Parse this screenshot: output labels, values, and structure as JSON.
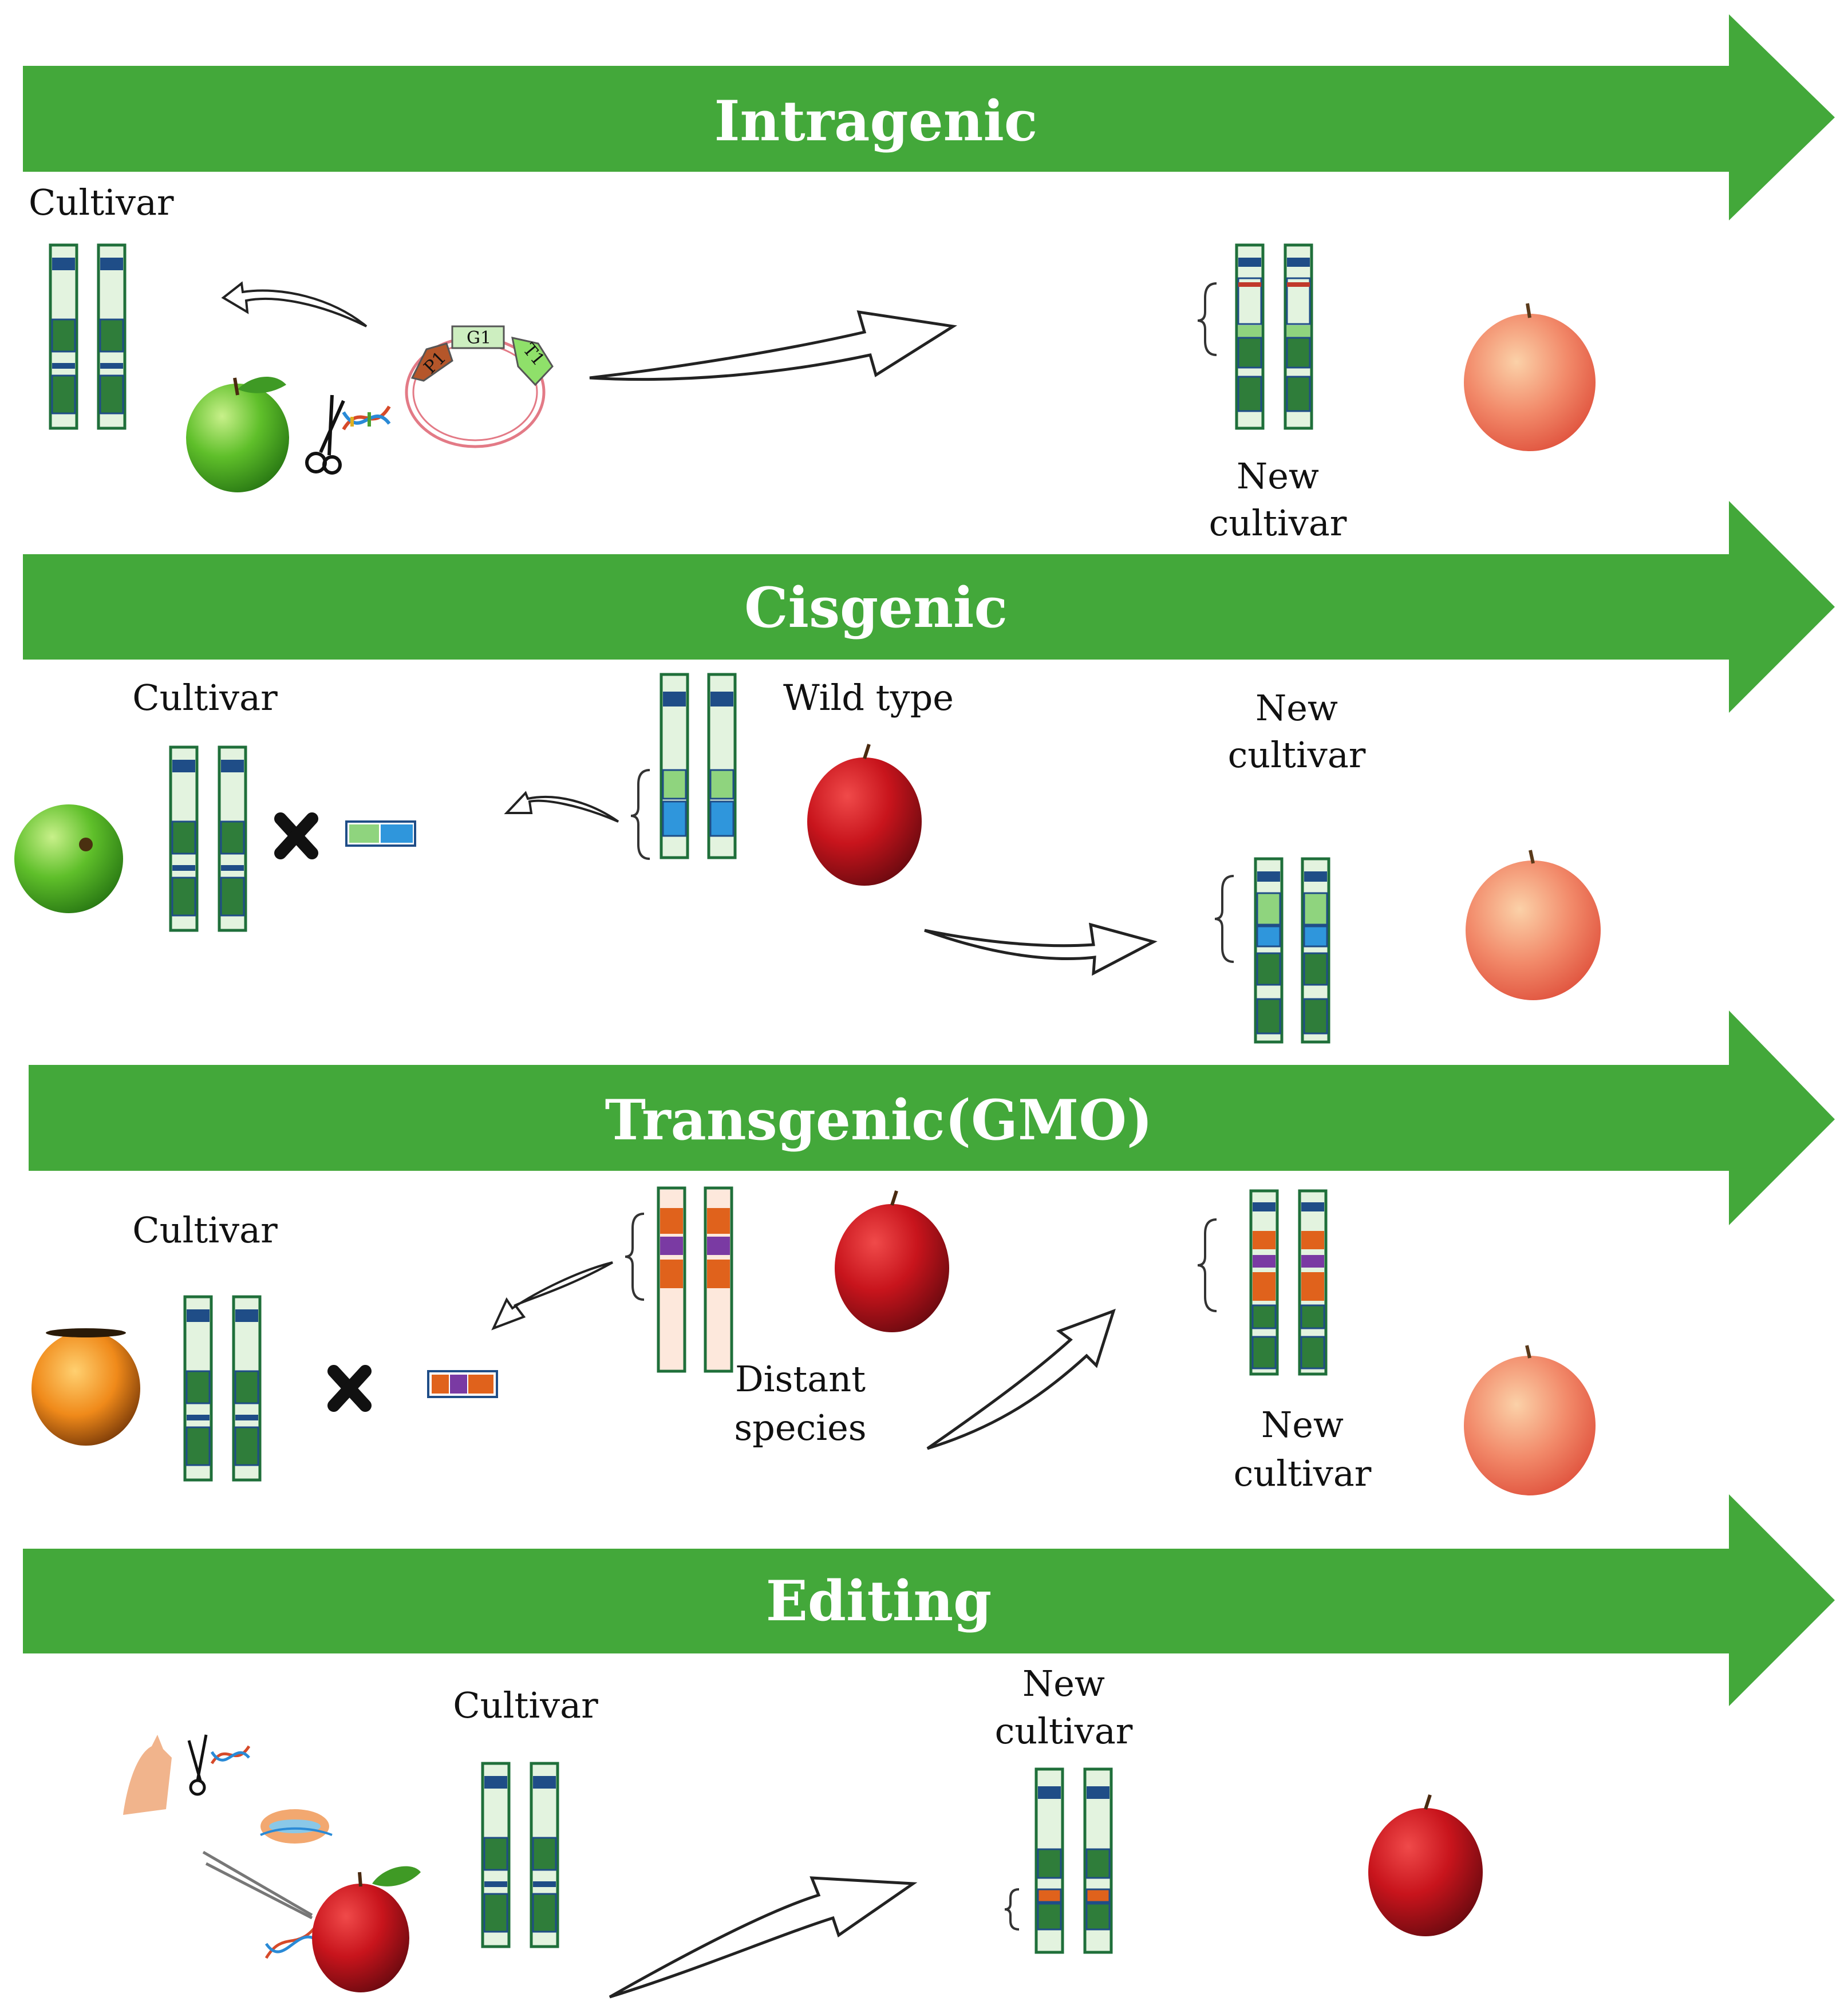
{
  "colors": {
    "band_green": "#43a83a",
    "chrom_outline": "#1f6f3a",
    "chrom_fill_light": "#e3f3df",
    "chrom_fill_peach": "#fde8dc",
    "seg_dark_green": "#2f7d3a",
    "seg_navy": "#1f4d87",
    "seg_light_green": "#8fd47e",
    "seg_blue": "#2f96dc",
    "seg_orange": "#e0621c",
    "seg_purple": "#7a3aa3",
    "seg_red": "#c0392b",
    "apple_red": "#c8141c",
    "apple_pink": "#f07a62",
    "apple_green": "#5fbf2a",
    "orange_fruit": "#f08a1a"
  },
  "sections": [
    {
      "title": "Intragenic",
      "labels": [
        "Cultivar",
        "New",
        "cultivar"
      ],
      "plasmid_labels": [
        "P1",
        "G1",
        "T1"
      ],
      "icons": [
        "green-apple",
        "scissors-icon",
        "dna-icon",
        "plasmid-icon",
        "pink-apple"
      ]
    },
    {
      "title": "Cisgenic",
      "labels": [
        "Cultivar",
        "Wild type",
        "New",
        "cultivar"
      ],
      "icons": [
        "green-apple",
        "cross-icon",
        "red-apple",
        "pink-apple"
      ]
    },
    {
      "title": "Transgenic(GMO)",
      "labels": [
        "Cultivar",
        "Distant",
        "species",
        "New",
        "cultivar"
      ],
      "icons": [
        "orange-fruit",
        "cross-icon",
        "red-apple",
        "pink-apple"
      ]
    },
    {
      "title": "Editing",
      "labels": [
        "Cultivar",
        "New",
        "cultivar"
      ],
      "icons": [
        "hand-scissors-icon",
        "crispr-icon",
        "tweezers-icon",
        "red-apple"
      ]
    }
  ]
}
